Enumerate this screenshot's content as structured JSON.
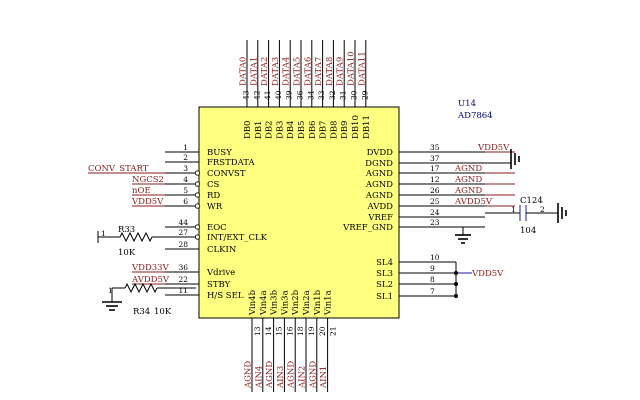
{
  "chip": {
    "designator": "U14",
    "part_number": "AD7864",
    "fill_color": "#ffff80"
  },
  "top_pins": [
    {
      "num": "43",
      "name": "DB0",
      "net": "DATA0"
    },
    {
      "num": "42",
      "name": "DB1",
      "net": "DATA1"
    },
    {
      "num": "41",
      "name": "DB2",
      "net": "DATA2"
    },
    {
      "num": "40",
      "name": "DB3",
      "net": "DATA3"
    },
    {
      "num": "39",
      "name": "DB4",
      "net": "DATA4"
    },
    {
      "num": "36",
      "name": "DB5",
      "net": "DATA5"
    },
    {
      "num": "34",
      "name": "DB6",
      "net": "DATA6"
    },
    {
      "num": "33",
      "name": "DB7",
      "net": "DATA7"
    },
    {
      "num": "32",
      "name": "DB8",
      "net": "DATA8"
    },
    {
      "num": "31",
      "name": "DB9",
      "net": "DATA9"
    },
    {
      "num": "30",
      "name": "DB10",
      "net": "DATA10"
    },
    {
      "num": "29",
      "name": "DB11",
      "net": "DATA11"
    }
  ],
  "bottom_pins": [
    {
      "num": "13",
      "name": "Vin4b",
      "net": "AGND"
    },
    {
      "num": "14",
      "name": "Vin4a",
      "net": "AIN4"
    },
    {
      "num": "15",
      "name": "Vin3b",
      "net": "AGND"
    },
    {
      "num": "16",
      "name": "Vin3a",
      "net": "AIN3"
    },
    {
      "num": "18",
      "name": "Vin2b",
      "net": "AGND"
    },
    {
      "num": "19",
      "name": "Vin2a",
      "net": "AIN2"
    },
    {
      "num": "20",
      "name": "Vin1b",
      "net": "AGND"
    },
    {
      "num": "21",
      "name": "Vin1a",
      "net": "AIN1"
    }
  ],
  "left_pins": [
    {
      "num": "1",
      "name": "BUSY",
      "net": ""
    },
    {
      "num": "2",
      "name": "FRSTDATA",
      "net": ""
    },
    {
      "num": "3",
      "name": "CONVST",
      "net": "CONV_START"
    },
    {
      "num": "4",
      "name": "CS",
      "net": "NGCS2"
    },
    {
      "num": "5",
      "name": "RD",
      "net": "nOE"
    },
    {
      "num": "6",
      "name": "WR",
      "net": "VDD5V"
    },
    {
      "num": "44",
      "name": "EOC",
      "net": ""
    },
    {
      "num": "27",
      "name": "INT/EXT_CLK",
      "net": ""
    },
    {
      "num": "28",
      "name": "CLKIN",
      "net": ""
    },
    {
      "num": "36",
      "name": "Vdrive",
      "net": "VDD33V"
    },
    {
      "num": "22",
      "name": "STBY",
      "net": "AVDD5V"
    },
    {
      "num": "11",
      "name": "H/S SEL",
      "net": ""
    }
  ],
  "right_pins": [
    {
      "num": "35",
      "name": "DVDD",
      "net": "VDD5V"
    },
    {
      "num": "37",
      "name": "DGND",
      "net": ""
    },
    {
      "num": "17",
      "name": "AGND",
      "net": "AGND"
    },
    {
      "num": "12",
      "name": "AGND",
      "net": "AGND"
    },
    {
      "num": "26",
      "name": "AGND",
      "net": "AGND"
    },
    {
      "num": "25",
      "name": "AVDD",
      "net": "AVDD5V"
    },
    {
      "num": "24",
      "name": "VREF",
      "net": ""
    },
    {
      "num": "23",
      "name": "VREF_GND",
      "net": ""
    },
    {
      "num": "10",
      "name": "SL4",
      "net": ""
    },
    {
      "num": "9",
      "name": "SL3",
      "net": "VDD5V"
    },
    {
      "num": "8",
      "name": "SL2",
      "net": ""
    },
    {
      "num": "7",
      "name": "SL1",
      "net": ""
    }
  ],
  "r33": {
    "ref": "R33",
    "value": "10K",
    "node": "1"
  },
  "r34": {
    "ref": "R34",
    "value": "10K",
    "node": "1"
  },
  "c124": {
    "ref": "C124",
    "value": "104",
    "pin1": "1",
    "pin2": "2"
  }
}
